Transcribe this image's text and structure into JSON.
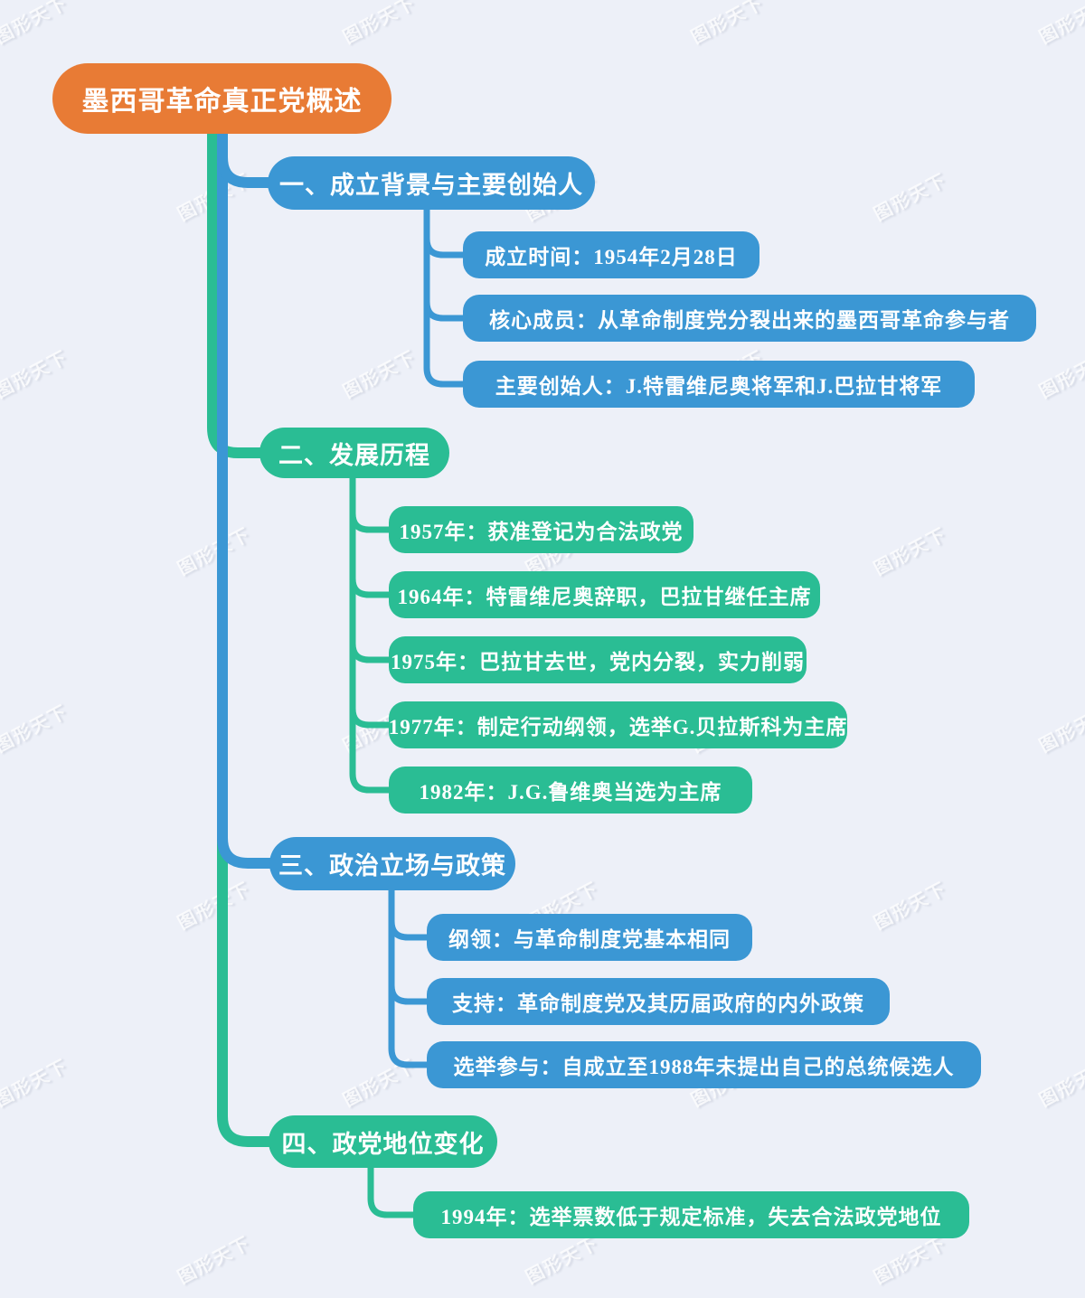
{
  "watermark": {
    "text": "图形天下"
  },
  "colors": {
    "background": "#EDF0F8",
    "orange": "#E87B35",
    "blue": "#3B97D4",
    "teal": "#2ABD94"
  },
  "root": {
    "label": "墨西哥革命真正党概述"
  },
  "branches": [
    {
      "label": "一、成立背景与主要创始人",
      "color": "blue",
      "children": [
        "成立时间：1954年2月28日",
        "核心成员：从革命制度党分裂出来的墨西哥革命参与者",
        "主要创始人：J.特雷维尼奥将军和J.巴拉甘将军"
      ]
    },
    {
      "label": "二、发展历程",
      "color": "teal",
      "children": [
        "1957年：获准登记为合法政党",
        "1964年：特雷维尼奥辞职，巴拉甘继任主席",
        "1975年：巴拉甘去世，党内分裂，实力削弱",
        "1977年：制定行动纲领，选举G.贝拉斯科为主席",
        "1982年：J.G.鲁维奥当选为主席"
      ]
    },
    {
      "label": "三、政治立场与政策",
      "color": "blue",
      "children": [
        "纲领：与革命制度党基本相同",
        "支持：革命制度党及其历届政府的内外政策",
        "选举参与：自成立至1988年未提出自己的总统候选人"
      ]
    },
    {
      "label": "四、政党地位变化",
      "color": "teal",
      "children": [
        "1994年：选举票数低于规定标准，失去合法政党地位"
      ]
    }
  ]
}
